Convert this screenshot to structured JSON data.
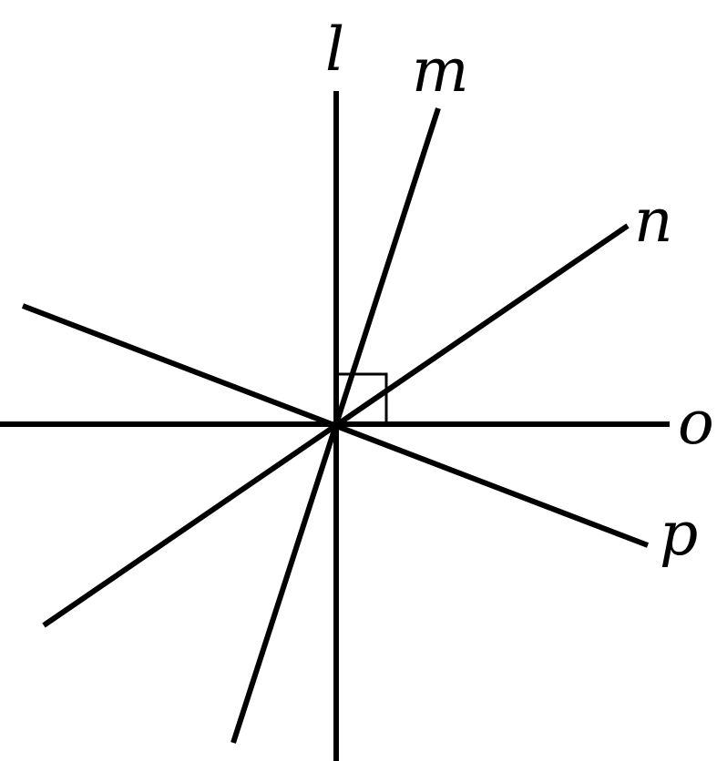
{
  "lines": [
    {
      "id": "l",
      "label": "l"
    },
    {
      "id": "m",
      "label": "m"
    },
    {
      "id": "n",
      "label": "n"
    },
    {
      "id": "o",
      "label": "o"
    },
    {
      "id": "p",
      "label": "p"
    }
  ],
  "right_angle": {
    "between": [
      "l",
      "o"
    ]
  },
  "colors": {
    "stroke": "#000000",
    "background": "#ffffff"
  }
}
